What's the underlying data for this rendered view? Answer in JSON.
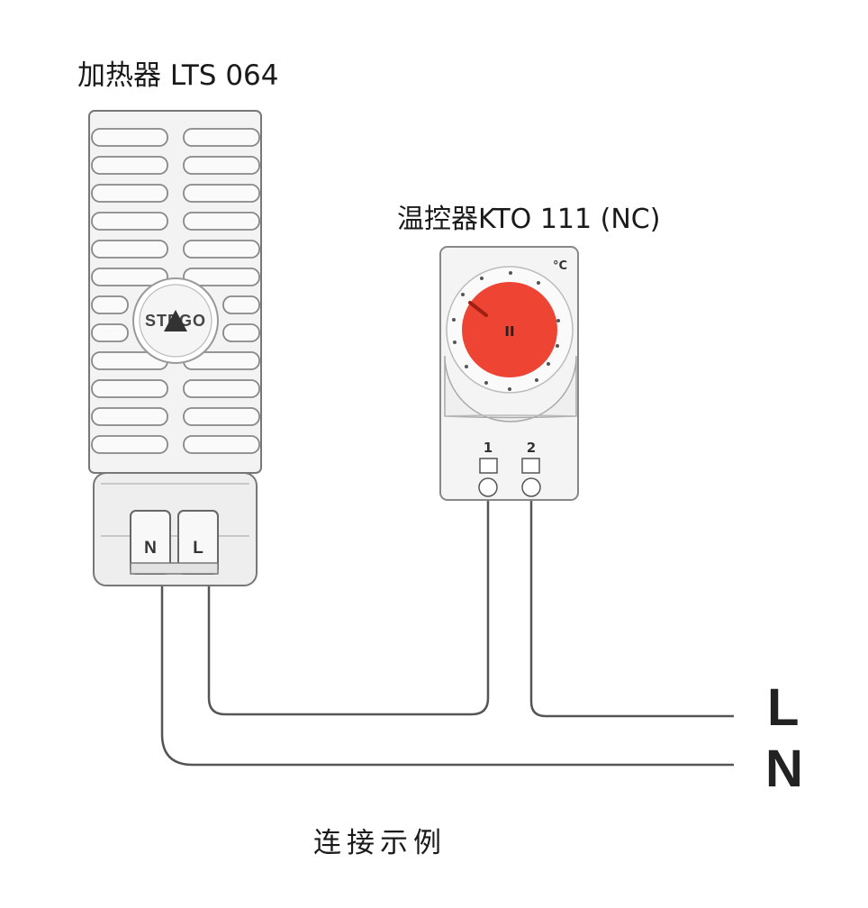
{
  "heater": {
    "title": "加热器 LTS 064",
    "logo_text": "STEGO",
    "terminal_n": "N",
    "terminal_l": "L"
  },
  "thermostat": {
    "title": "温控器KTO 111 (NC)",
    "unit": "°C",
    "terminal_1": "1",
    "terminal_2": "2",
    "knob_color": "#ee4433"
  },
  "lines": {
    "l_label": "L",
    "n_label": "N"
  },
  "caption": "连接示例"
}
